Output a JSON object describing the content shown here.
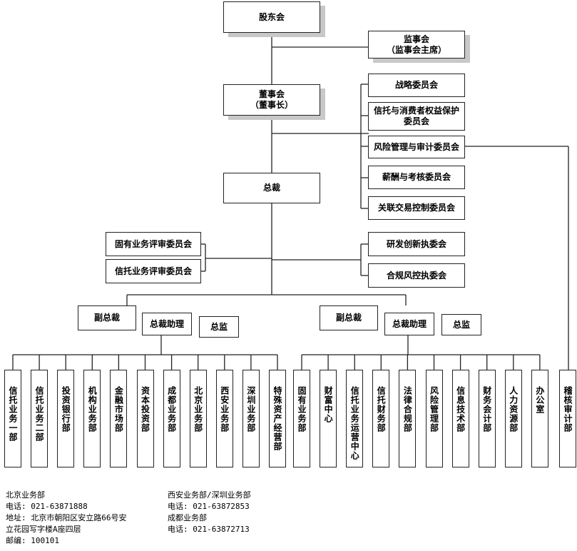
{
  "top": {
    "shareholders": "股东会",
    "supervisors": "监事会\n（监事会主席）",
    "board": "董事会\n（董事长）",
    "president": "总裁"
  },
  "committees": [
    "战略委员会",
    "信托与消费者权益保护\n委员会",
    "风险管理与审计委员会",
    "薪酬与考核委员会",
    "关联交易控制委员会"
  ],
  "review_committees": [
    "固有业务评审委员会",
    "信托业务评审委员会"
  ],
  "exec_committees": [
    "研发创新执委会",
    "合规风控执委会"
  ],
  "left_group": {
    "vp": "副总裁",
    "assistant": "总裁助理",
    "director": "总监"
  },
  "right_group": {
    "vp": "副总裁",
    "assistant": "总裁助理",
    "director": "总监"
  },
  "departments_left": [
    "信托业务一部",
    "信托业务二部",
    "投资银行部",
    "机构业务部",
    "金融市场部",
    "资本投资部",
    "成都业务部",
    "北京业务部",
    "西安业务部",
    "深圳业务部",
    "特殊资产经营部"
  ],
  "departments_right": [
    "固有业务部",
    "财富中心",
    "信托业务运营中心",
    "信托财务部",
    "法律合规部",
    "风险管理部",
    "信息技术部",
    "财务会计部",
    "人力资源部",
    "办公室"
  ],
  "audit_department": "稽核审计部",
  "contacts_left": "北京业务部\n电话: 021-63871888\n地址: 北京市朝阳区安立路66号安\n立花园写字楼A座四层\n邮编: 100101",
  "contacts_right": "西安业务部/深圳业务部\n电话: 021-63872853\n成都业务部\n电话: 021-63872713"
}
